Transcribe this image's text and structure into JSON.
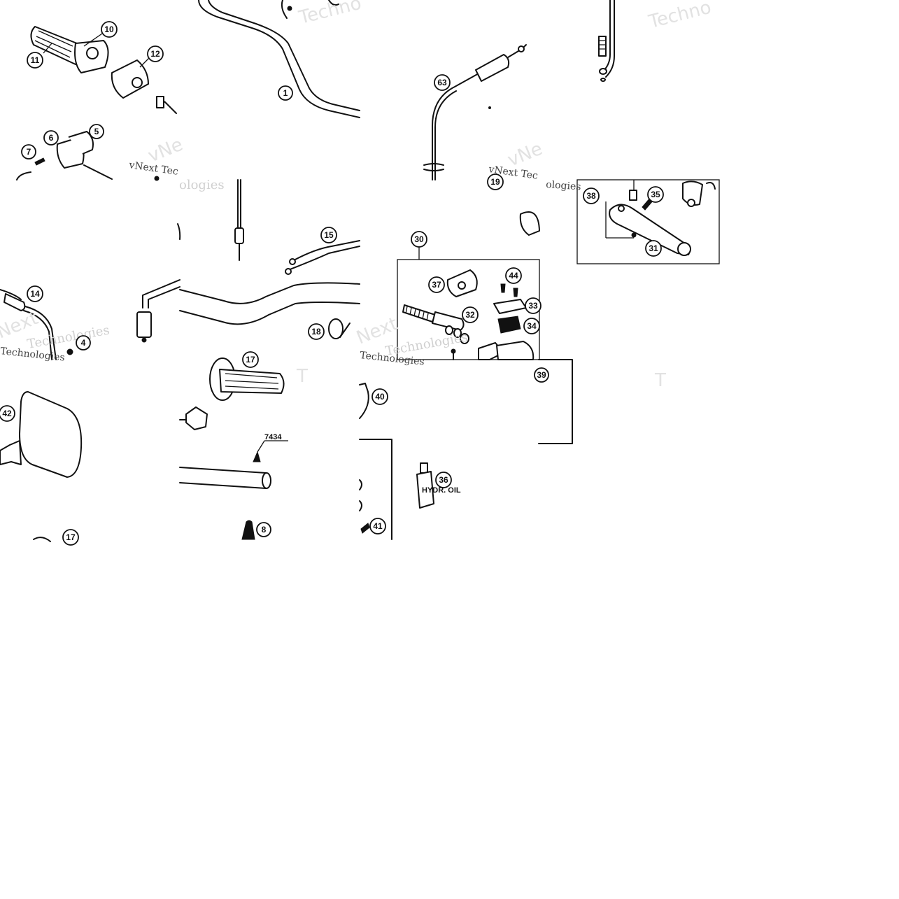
{
  "callouts": {
    "c1": "1",
    "c4": "4",
    "c5": "5",
    "c6": "6",
    "c7": "7",
    "c8": "8",
    "c10": "10",
    "c11": "11",
    "c12": "12",
    "c14": "14",
    "c15": "15",
    "c17a": "17",
    "c17b": "17",
    "c18": "18",
    "c19": "19",
    "c30": "30",
    "c31": "31",
    "c32": "32",
    "c33": "33",
    "c34": "34",
    "c35": "35",
    "c36": "36",
    "c37": "37",
    "c38": "38",
    "c39": "39",
    "c40": "40",
    "c41": "41",
    "c42": "42",
    "c44": "44",
    "c63": "63"
  },
  "labels": {
    "part_7434": "7434",
    "bottle_text": "HYDR. OIL"
  },
  "watermarks": {
    "vnext_tec": "vNext Tec",
    "vnext": "vNe",
    "techno": "Techno",
    "technologies": "Technologies",
    "ologies": "ologies",
    "next": "Next",
    "t": "T"
  }
}
